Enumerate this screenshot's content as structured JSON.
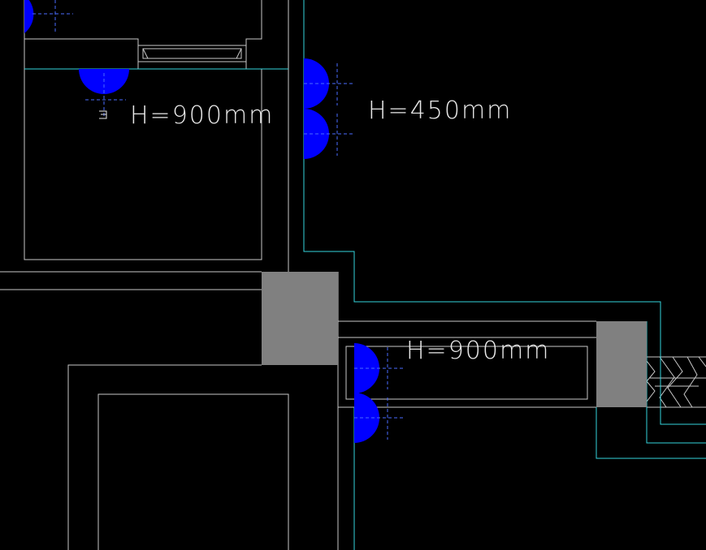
{
  "colors": {
    "background": "#000000",
    "wall_line": "#c8c8c8",
    "cyan_line": "#35d4dc",
    "column_fill": "#808080",
    "socket_fill": "#0000ff",
    "axis_line": "#4a6cff",
    "label_text": "#e8e8e8"
  },
  "labels": [
    {
      "id": "height-label-upper-left",
      "text": "H=900mm"
    },
    {
      "id": "height-label-wall",
      "text": "H=450mm"
    },
    {
      "id": "height-label-lower-window",
      "text": "H=900mm"
    }
  ]
}
